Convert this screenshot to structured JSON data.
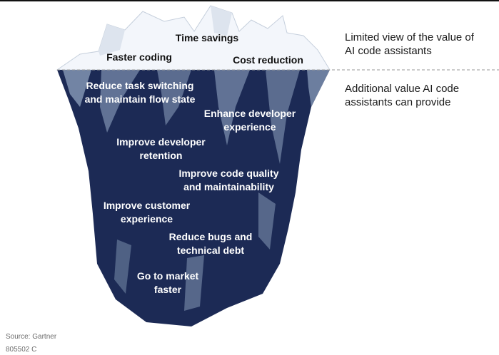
{
  "above_water": {
    "time_savings": "Time savings",
    "faster_coding": "Faster coding",
    "cost_reduction": "Cost reduction"
  },
  "below_water": {
    "reduce_task_switching": [
      "Reduce task switching",
      "and maintain flow state"
    ],
    "enhance_developer_experience": [
      "Enhance developer",
      "experience"
    ],
    "improve_developer_retention": [
      "Improve developer",
      "retention"
    ],
    "improve_code_quality": [
      "Improve code quality",
      "and maintainability"
    ],
    "improve_customer_experience": [
      "Improve customer",
      "experience"
    ],
    "reduce_bugs": [
      "Reduce bugs and",
      "technical debt"
    ],
    "go_to_market": [
      "Go to market",
      "faster"
    ]
  },
  "side_notes": {
    "limited_view": [
      "Limited view of the value of",
      "AI code assistants"
    ],
    "additional_value": [
      "Additional value AI code",
      "assistants can provide"
    ]
  },
  "footer": {
    "source": "Source: Gartner",
    "id": "805502 C"
  },
  "colors": {
    "iceberg_navy": "#1c2a55",
    "ice_highlight": "#8fa3bf",
    "ice_above": "#f3f6fb",
    "waterline": "#9a9a9a"
  }
}
